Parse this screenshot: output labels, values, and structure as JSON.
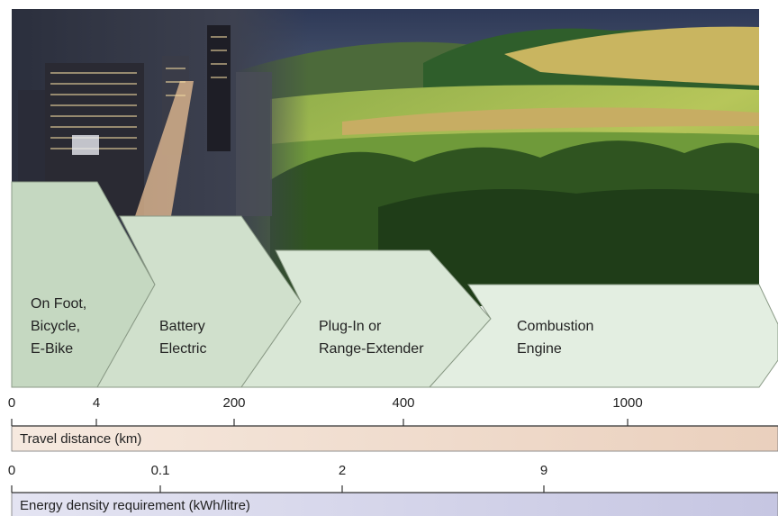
{
  "stages": [
    {
      "label": "On Foot,\nBicycle,\nE-Bike",
      "color": "#c5d8c1"
    },
    {
      "label": "Battery\nElectric",
      "color": "#d0e0cc"
    },
    {
      "label": "Plug-In or\nRange-Extender",
      "color": "#d9e7d6"
    },
    {
      "label": "Combustion\nEngine",
      "color": "#e3eee1"
    }
  ],
  "travel_scale": {
    "ticks": [
      "0",
      "4",
      "200",
      "400",
      "1000"
    ],
    "label": "Travel distance (km)",
    "gradient": [
      "#f6e9df",
      "#ead0bd"
    ]
  },
  "energy_scale": {
    "ticks": [
      "0",
      "0.1",
      "2",
      "9"
    ],
    "label": "Energy density requirement (kWh/litre)",
    "gradient": [
      "#e4e4f2",
      "#c6c6e2"
    ]
  }
}
